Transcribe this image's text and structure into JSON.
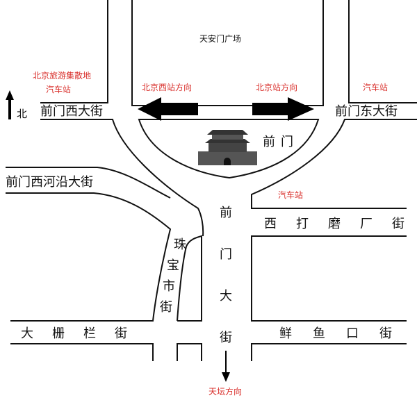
{
  "title": "前门周边交通图",
  "landmarks": {
    "square": "天安门广场",
    "gate": "前门"
  },
  "streets": {
    "qianmen_west": "前门西大街",
    "qianmen_east": "前门东大街",
    "xiheyan": "前门西河沿大街",
    "qianmen_main": [
      "前",
      "门",
      "大",
      "街"
    ],
    "zhubaoshi": [
      "珠",
      "宝",
      "市",
      "街"
    ],
    "xidamochang": [
      "西",
      "打",
      "磨",
      "厂",
      "街"
    ],
    "dashilan": [
      "大",
      "栅",
      "栏",
      "街"
    ],
    "xianyukou": [
      "鲜",
      "鱼",
      "口",
      "街"
    ]
  },
  "bus_stations": {
    "tourism_1": "北京旅游集散地",
    "tourism_2": "汽车站",
    "east": "汽车站",
    "south": "汽车站"
  },
  "directions": {
    "west_station": "北京西站方向",
    "beijing_station": "北京站方向",
    "tiantan": "天坛方向",
    "north": "北"
  },
  "colors": {
    "annotation": "#d9302c",
    "line": "#111111"
  }
}
